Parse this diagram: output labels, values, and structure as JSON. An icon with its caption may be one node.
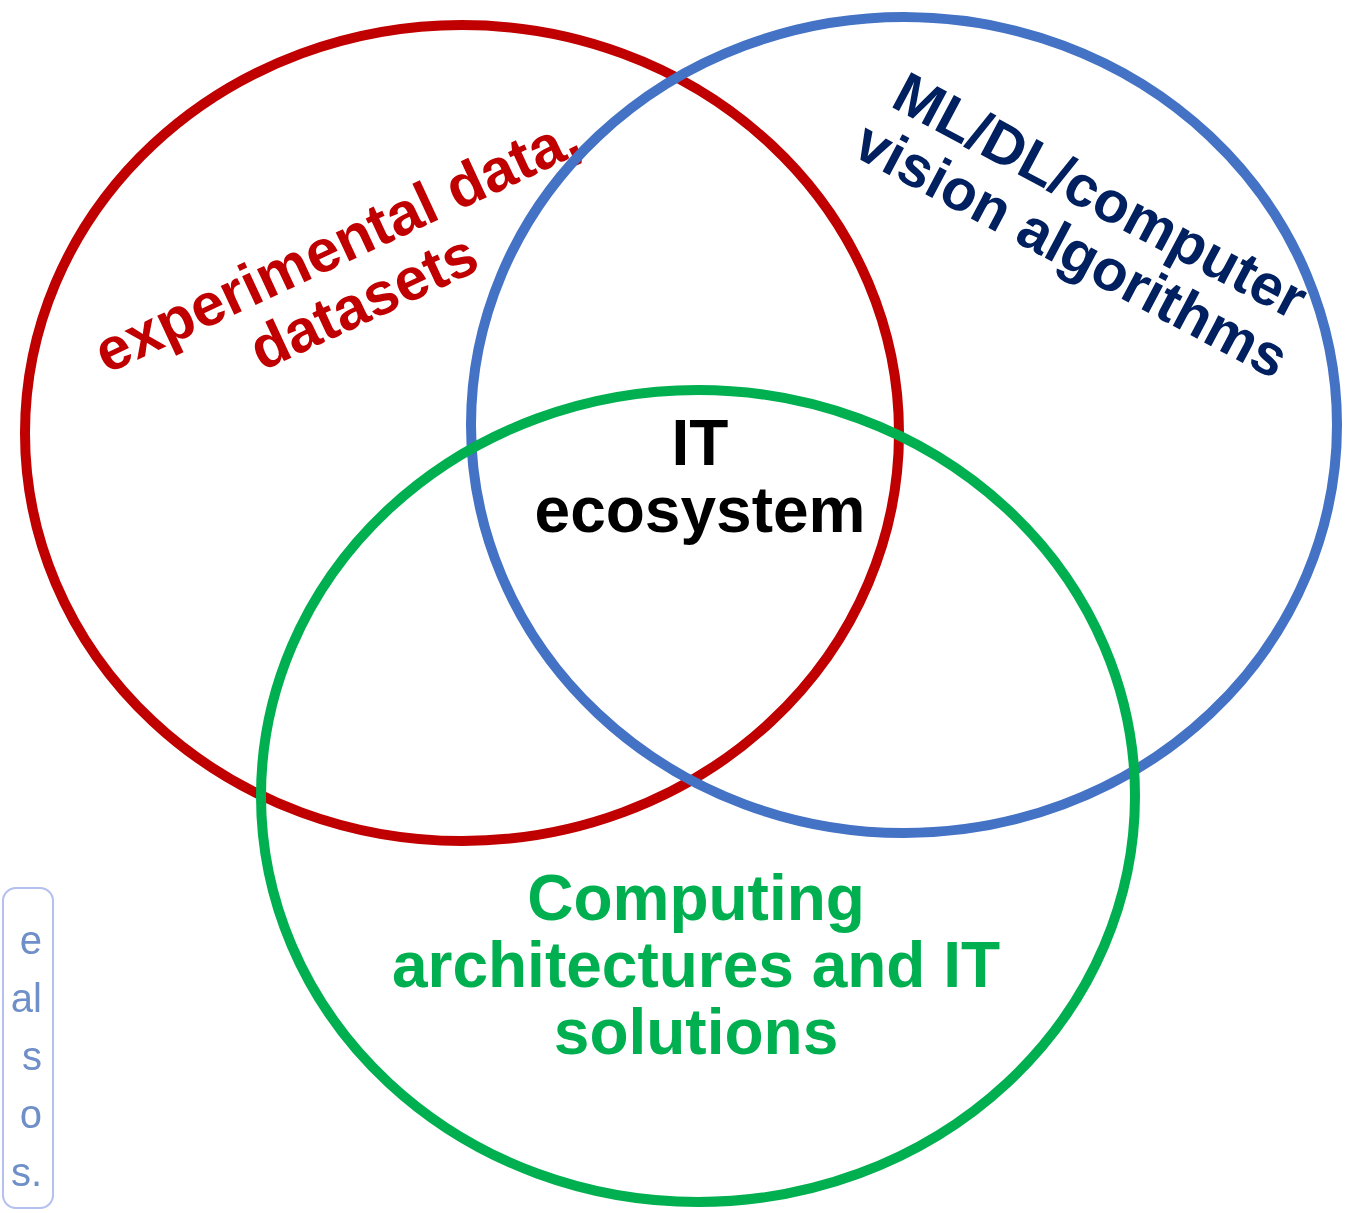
{
  "diagram": {
    "nodes": [
      {
        "text": [
          "experimental data, datasets"
        ]
      },
      {
        "text": [
          "ML/DL/computer vision algorithms"
        ]
      },
      {
        "text": [
          "Computing architectures and IT solutions"
        ]
      },
      {
        "text": [
          "e al s o s."
        ]
      }
    ],
    "labels": [
      "IT ecosystem"
    ]
  }
}
